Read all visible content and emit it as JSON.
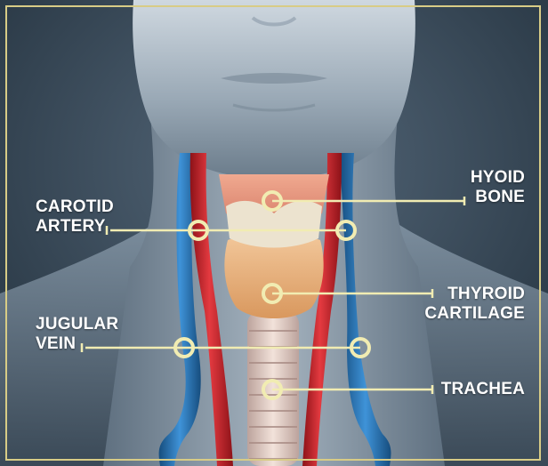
{
  "labels": {
    "carotid_artery": [
      "CAROTID",
      "ARTERY"
    ],
    "jugular_vein": [
      "JUGULAR",
      "VEIN"
    ],
    "hyoid_bone": [
      "HYOID",
      "BONE"
    ],
    "thyroid_cartilage": [
      "THYROID",
      "CARTILAGE"
    ],
    "trachea": [
      "TRACHEA"
    ]
  },
  "colors": {
    "frame": "#d8cc86",
    "leader": "#f1ecb2",
    "artery": "#d5272e",
    "vein": "#2f7fc4",
    "label_text": "#ffffff"
  }
}
